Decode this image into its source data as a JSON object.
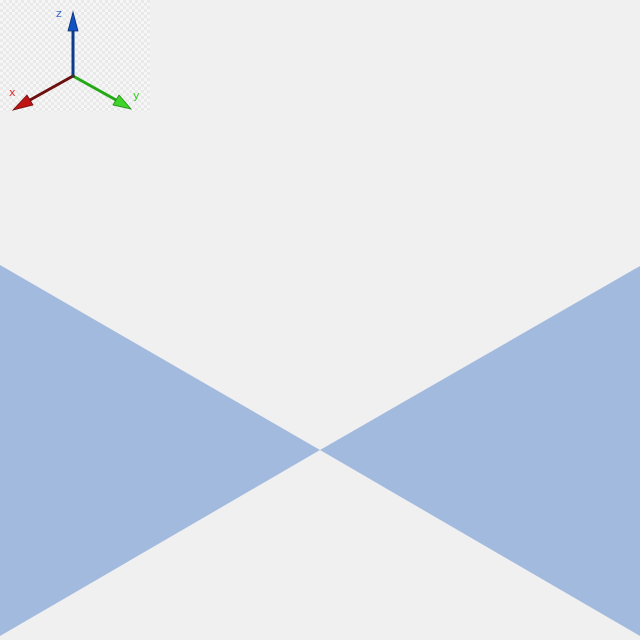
{
  "viewport": {
    "background_color": "#f0f0f0",
    "shape_color": "#a3badf"
  },
  "triad": {
    "x_axis": {
      "label": "x",
      "color": "#8b1a1a",
      "label_color": "#e03030"
    },
    "y_axis": {
      "label": "y",
      "color": "#33cc22",
      "label_color": "#33cc22"
    },
    "z_axis": {
      "label": "z",
      "color": "#1144aa",
      "label_color": "#3366cc"
    }
  }
}
